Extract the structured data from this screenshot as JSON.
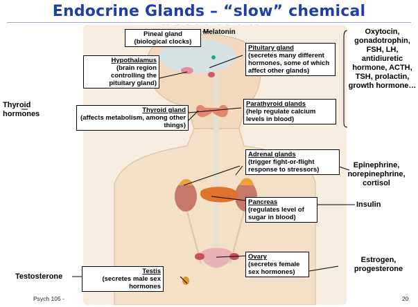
{
  "slide": {
    "title": "Endocrine Glands – “slow” chemical messengers",
    "footer_left": "Psych 105 -",
    "page_number": "20"
  },
  "glands": {
    "pineal": {
      "name": "Pineal gland",
      "desc": "(biological clocks)"
    },
    "hypothalamus": {
      "name": "Hypothalamus",
      "desc": "(brain region controlling the pituitary gland)"
    },
    "pituitary": {
      "name": "Pituitary gland",
      "desc": "(secretes many different hormones, some of which affect other glands)"
    },
    "thyroid": {
      "name": "Thyroid gland",
      "desc": "(affects metabolism, among other things)"
    },
    "parathyroid": {
      "name": "Parathyroid glands",
      "desc": "(help regulate calcium levels in blood)"
    },
    "adrenal": {
      "name": "Adrenal glands",
      "desc": "(trigger fight-or-flight response to stressors)"
    },
    "pancreas": {
      "name": "Pancreas",
      "desc": "(regulates level of sugar in blood)"
    },
    "ovary": {
      "name": "Ovary",
      "desc": "(secretes female sex hormones)"
    },
    "testis": {
      "name": "Testis",
      "desc": "(secretes male sex hormones"
    }
  },
  "hormones": {
    "melatonin": "Melatonin",
    "pituitary": "Oxytocin, gonadotrophin, FSH, LH, antidiuretic hormone, ACTH, TSH, prolactin, growth hormone…",
    "thyroid": "Thyroid hormones",
    "adrenal": "Epinephrine, norepinephrine, cortisol",
    "pancreas": "Insulin",
    "ovary": "Estrogen, progesterone",
    "testis": "Testosterone"
  },
  "colors": {
    "title": "#1f3fa8",
    "skin": "#f6ecdf",
    "gland": "#e0732b"
  }
}
